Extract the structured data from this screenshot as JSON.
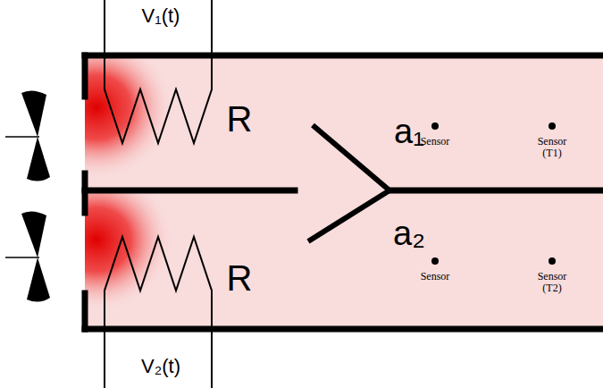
{
  "diagram": {
    "labels": [
      "V₁(t)",
      "R",
      "a₁",
      "Sensor",
      "Sensor (T1)",
      "a₂",
      "Sensor",
      "Sensor (T2)",
      "R",
      "V₂(t)"
    ]
  }
}
